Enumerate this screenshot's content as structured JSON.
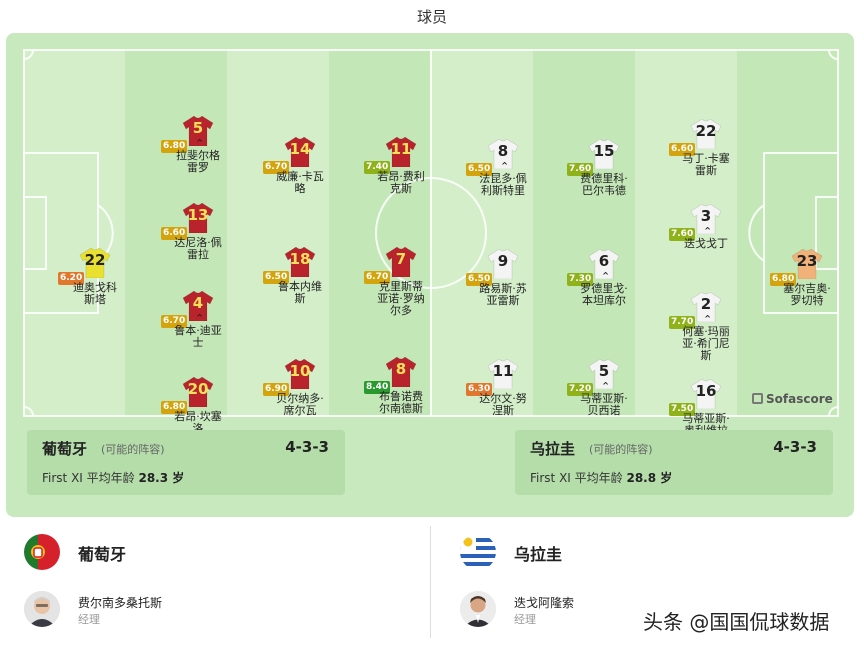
{
  "header": {
    "title": "球员"
  },
  "colors": {
    "card_bg": "#c8e8bd",
    "pitch_light": "#d3eec8",
    "pitch_dark": "#c4e7b8",
    "portugal_shirt": "#b8232c",
    "uruguay_shirt": "#f4f4f4",
    "gk_portugal": "#e9e030",
    "gk_uruguay": "#f1b27a"
  },
  "portugal": {
    "players": [
      {
        "number": "22",
        "rating": "6.20",
        "rating_color": "orange",
        "name_lines": [
          "迪奥戈科",
          "斯塔"
        ],
        "kit": "yellow"
      },
      {
        "number": "5",
        "rating": "6.80",
        "rating_color": "yellow",
        "name_lines": [
          "拉斐尔格",
          "雷罗"
        ],
        "kit": "red",
        "mark": "⌃"
      },
      {
        "number": "13",
        "rating": "6.60",
        "rating_color": "yellow",
        "name_lines": [
          "达尼洛·佩",
          "雷拉"
        ],
        "kit": "red"
      },
      {
        "number": "4",
        "rating": "6.70",
        "rating_color": "yellow",
        "name_lines": [
          "鲁本·迪亚",
          "士"
        ],
        "kit": "red",
        "mark": "⌃"
      },
      {
        "number": "20",
        "rating": "6.80",
        "rating_color": "yellow",
        "name_lines": [
          "若昂·坎塞",
          "洛"
        ],
        "kit": "red"
      },
      {
        "number": "14",
        "rating": "6.70",
        "rating_color": "yellow",
        "name_lines": [
          "威廉·卡瓦",
          "略"
        ],
        "kit": "red"
      },
      {
        "number": "18",
        "rating": "6.50",
        "rating_color": "yellow",
        "name_lines": [
          "鲁本内维",
          "斯"
        ],
        "kit": "red"
      },
      {
        "number": "10",
        "rating": "6.90",
        "rating_color": "yellow",
        "name_lines": [
          "贝尔纳多·",
          "席尔瓦"
        ],
        "kit": "red"
      },
      {
        "number": "11",
        "rating": "7.40",
        "rating_color": "lime",
        "name_lines": [
          "若昂·费利",
          "克斯"
        ],
        "kit": "red"
      },
      {
        "number": "7",
        "rating": "6.70",
        "rating_color": "yellow",
        "name_lines": [
          "克里斯蒂",
          "亚诺·罗纳",
          "尔多"
        ],
        "kit": "red"
      },
      {
        "number": "8",
        "rating": "8.40",
        "rating_color": "green",
        "name_lines": [
          "布鲁诺费",
          "尔南德斯"
        ],
        "kit": "red"
      }
    ],
    "summary": {
      "name": "葡萄牙",
      "sub": "(可能的阵容)",
      "formation": "4-3-3",
      "age_label": "First XI 平均年龄",
      "age_value": "28.3 岁"
    },
    "manager": {
      "team_label": "葡萄牙",
      "name": "费尔南多桑托斯",
      "role": "经理"
    }
  },
  "uruguay": {
    "players": [
      {
        "number": "8",
        "rating": "6.50",
        "rating_color": "yellow",
        "name_lines": [
          "法昆多·佩",
          "利斯特里"
        ],
        "kit": "white",
        "mark": "⌃"
      },
      {
        "number": "9",
        "rating": "6.50",
        "rating_color": "yellow",
        "name_lines": [
          "路易斯·苏",
          "亚雷斯"
        ],
        "kit": "white"
      },
      {
        "number": "11",
        "rating": "6.30",
        "rating_color": "orange",
        "name_lines": [
          "达尔文·努",
          "涅斯"
        ],
        "kit": "white"
      },
      {
        "number": "15",
        "rating": "7.60",
        "rating_color": "lime",
        "name_lines": [
          "费德里科·",
          "巴尔韦德"
        ],
        "kit": "white"
      },
      {
        "number": "6",
        "rating": "7.30",
        "rating_color": "lime",
        "name_lines": [
          "罗德里戈·",
          "本坦库尔"
        ],
        "kit": "white",
        "mark": "⌃"
      },
      {
        "number": "5",
        "rating": "7.20",
        "rating_color": "lime",
        "name_lines": [
          "马蒂亚斯·",
          "贝西诺"
        ],
        "kit": "white",
        "mark": "⌃"
      },
      {
        "number": "22",
        "rating": "6.60",
        "rating_color": "yellow",
        "name_lines": [
          "马丁·卡塞",
          "雷斯"
        ],
        "kit": "white"
      },
      {
        "number": "3",
        "rating": "7.60",
        "rating_color": "lime",
        "name_lines": [
          "迭戈戈丁"
        ],
        "kit": "white",
        "mark": "⌃"
      },
      {
        "number": "2",
        "rating": "7.70",
        "rating_color": "lime",
        "name_lines": [
          "何塞·玛丽",
          "亚·希门尼",
          "斯"
        ],
        "kit": "white",
        "mark": "⌃"
      },
      {
        "number": "16",
        "rating": "7.50",
        "rating_color": "lime",
        "name_lines": [
          "马蒂亚斯·",
          "奥利维拉"
        ],
        "kit": "white"
      },
      {
        "number": "23",
        "rating": "6.80",
        "rating_color": "yellow",
        "name_lines": [
          "塞尔吉奥·",
          "罗切特"
        ],
        "kit": "peach"
      }
    ],
    "summary": {
      "name": "乌拉圭",
      "sub": "(可能的阵容)",
      "formation": "4-3-3",
      "age_label": "First XI 平均年龄",
      "age_value": "28.8 岁"
    },
    "manager": {
      "team_label": "乌拉圭",
      "name": "迭戈阿隆索",
      "role": "经理"
    }
  },
  "brand": {
    "sofascore": "Sofascore"
  },
  "watermark": "头条 @国国侃球数据"
}
